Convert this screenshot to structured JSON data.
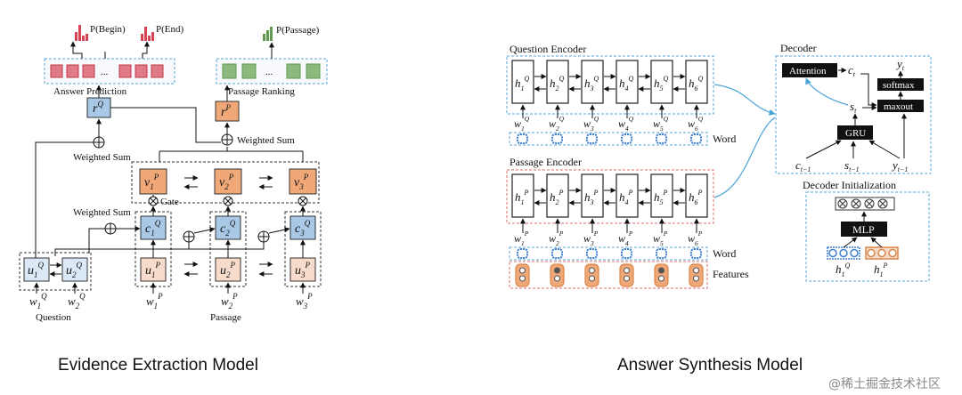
{
  "captions": {
    "left": "Evidence Extraction Model",
    "right": "Answer Synthesis Model"
  },
  "watermark": "@稀土掘金技术社区",
  "evidence": {
    "p_begin": "P(Begin)",
    "p_end": "P(End)",
    "p_passage": "P(Passage)",
    "answer_prediction": "Answer Prediction",
    "passage_ranking": "Passage Ranking",
    "ellipsis": "...",
    "weighted_sum": "Weighted Sum",
    "gate": "Gate",
    "question": "Question",
    "passage": "Passage",
    "rq": "r",
    "rq_sup": "Q",
    "rp": "r",
    "rp_sup": "P",
    "v_nodes": [
      {
        "base": "v",
        "sub": "1",
        "sup": "P"
      },
      {
        "base": "v",
        "sub": "2",
        "sup": "P"
      },
      {
        "base": "v",
        "sub": "3",
        "sup": "P"
      }
    ],
    "c_nodes": [
      {
        "base": "c",
        "sub": "1",
        "sup": "Q"
      },
      {
        "base": "c",
        "sub": "2",
        "sup": "Q"
      },
      {
        "base": "c",
        "sub": "3",
        "sup": "Q"
      }
    ],
    "up_nodes": [
      {
        "base": "u",
        "sub": "1",
        "sup": "P"
      },
      {
        "base": "u",
        "sub": "2",
        "sup": "P"
      },
      {
        "base": "u",
        "sub": "3",
        "sup": "P"
      }
    ],
    "uq_nodes": [
      {
        "base": "u",
        "sub": "1",
        "sup": "Q"
      },
      {
        "base": "u",
        "sub": "2",
        "sup": "Q"
      }
    ],
    "wq": [
      {
        "base": "w",
        "sub": "1",
        "sup": "Q"
      },
      {
        "base": "w",
        "sub": "2",
        "sup": "Q"
      }
    ],
    "wp": [
      {
        "base": "w",
        "sub": "1",
        "sup": "P"
      },
      {
        "base": "w",
        "sub": "2",
        "sup": "P"
      },
      {
        "base": "w",
        "sub": "3",
        "sup": "P"
      }
    ]
  },
  "synthesis": {
    "question_encoder": "Question Encoder",
    "passage_encoder": "Passage Encoder",
    "word": "Word",
    "features": "Features",
    "decoder": "Decoder",
    "decoder_init": "Decoder Initialization",
    "attention": "Attention",
    "softmax": "softmax",
    "maxout": "maxout",
    "gru": "GRU",
    "mlp": "MLP",
    "yt": {
      "base": "y",
      "sub": "t",
      "sup": ""
    },
    "ct": {
      "base": "c",
      "sub": "t",
      "sup": ""
    },
    "st": {
      "base": "s",
      "sub": "t",
      "sup": ""
    },
    "ct1": {
      "base": "c",
      "sub": "t−1",
      "sup": ""
    },
    "st1": {
      "base": "s",
      "sub": "t−1",
      "sup": ""
    },
    "yt1": {
      "base": "y",
      "sub": "t−1",
      "sup": ""
    },
    "h1q": {
      "base": "h",
      "sub": "1",
      "sup": "Q"
    },
    "h1p": {
      "base": "h",
      "sub": "1",
      "sup": "P"
    },
    "hq": [
      {
        "base": "h",
        "sub": "1",
        "sup": "Q"
      },
      {
        "base": "h",
        "sub": "2",
        "sup": "Q"
      },
      {
        "base": "h",
        "sub": "3",
        "sup": "Q"
      },
      {
        "base": "h",
        "sub": "4",
        "sup": "Q"
      },
      {
        "base": "h",
        "sub": "5",
        "sup": "Q"
      },
      {
        "base": "h",
        "sub": "6",
        "sup": "Q"
      }
    ],
    "hp": [
      {
        "base": "h",
        "sub": "1",
        "sup": "P"
      },
      {
        "base": "h",
        "sub": "2",
        "sup": "P"
      },
      {
        "base": "h",
        "sub": "3",
        "sup": "P"
      },
      {
        "base": "h",
        "sub": "4",
        "sup": "P"
      },
      {
        "base": "h",
        "sub": "5",
        "sup": "P"
      },
      {
        "base": "h",
        "sub": "6",
        "sup": "P"
      }
    ],
    "wq": [
      {
        "base": "w",
        "sub": "1",
        "sup": "Q"
      },
      {
        "base": "w",
        "sub": "2",
        "sup": "Q"
      },
      {
        "base": "w",
        "sub": "3",
        "sup": "Q"
      },
      {
        "base": "w",
        "sub": "4",
        "sup": "Q"
      },
      {
        "base": "w",
        "sub": "5",
        "sup": "Q"
      },
      {
        "base": "w",
        "sub": "6",
        "sup": "Q"
      }
    ],
    "wp": [
      {
        "base": "w",
        "sub": "1",
        "sup": "P"
      },
      {
        "base": "w",
        "sub": "2",
        "sup": "P"
      },
      {
        "base": "w",
        "sub": "3",
        "sup": "P"
      },
      {
        "base": "w",
        "sub": "4",
        "sup": "P"
      },
      {
        "base": "w",
        "sub": "5",
        "sup": "P"
      },
      {
        "base": "w",
        "sub": "6",
        "sup": "P"
      }
    ]
  },
  "colors": {
    "red": "#d64555",
    "green": "#5f9a4e",
    "green_light": "#8db97e",
    "blue_node": "#a8c8e6",
    "orange_node": "#f0a878",
    "peach_node": "#f7dccb",
    "light_blue_node": "#dbe8f5",
    "cyan_border": "#5aa5d6",
    "red_border": "#e06c6c",
    "blue_dot": "#3f7fd0",
    "orange_dot": "#d9864a"
  }
}
